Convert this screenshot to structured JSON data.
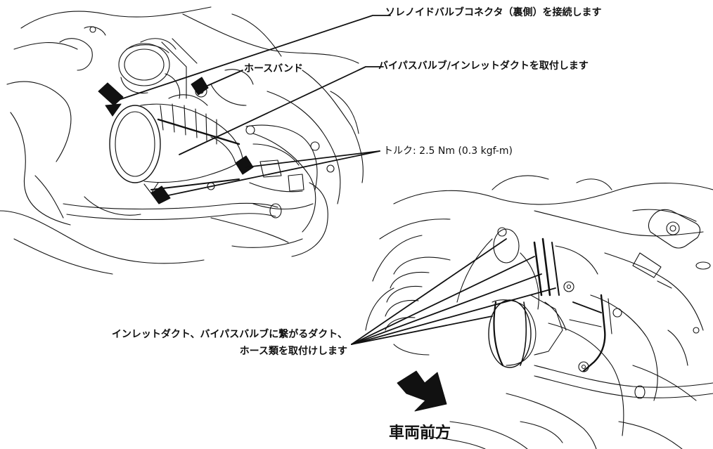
{
  "callouts": {
    "solenoid_connector": "ソレノイドバルブコネクタ（裏側）を接続します",
    "hose_band": "ホースバンド",
    "bypass_valve": "バイパスバルブ/インレットダクトを取付します",
    "torque": "トルク: 2.5 Nm (0.3 kgf-m)",
    "inlet_duct_line1": "インレットダクト、バイパスバルブに繋がるダクト、",
    "inlet_duct_line2": "ホース類を取付けします",
    "vehicle_front": "車両前方"
  },
  "colors": {
    "line": "#111111",
    "background": "#ffffff"
  }
}
